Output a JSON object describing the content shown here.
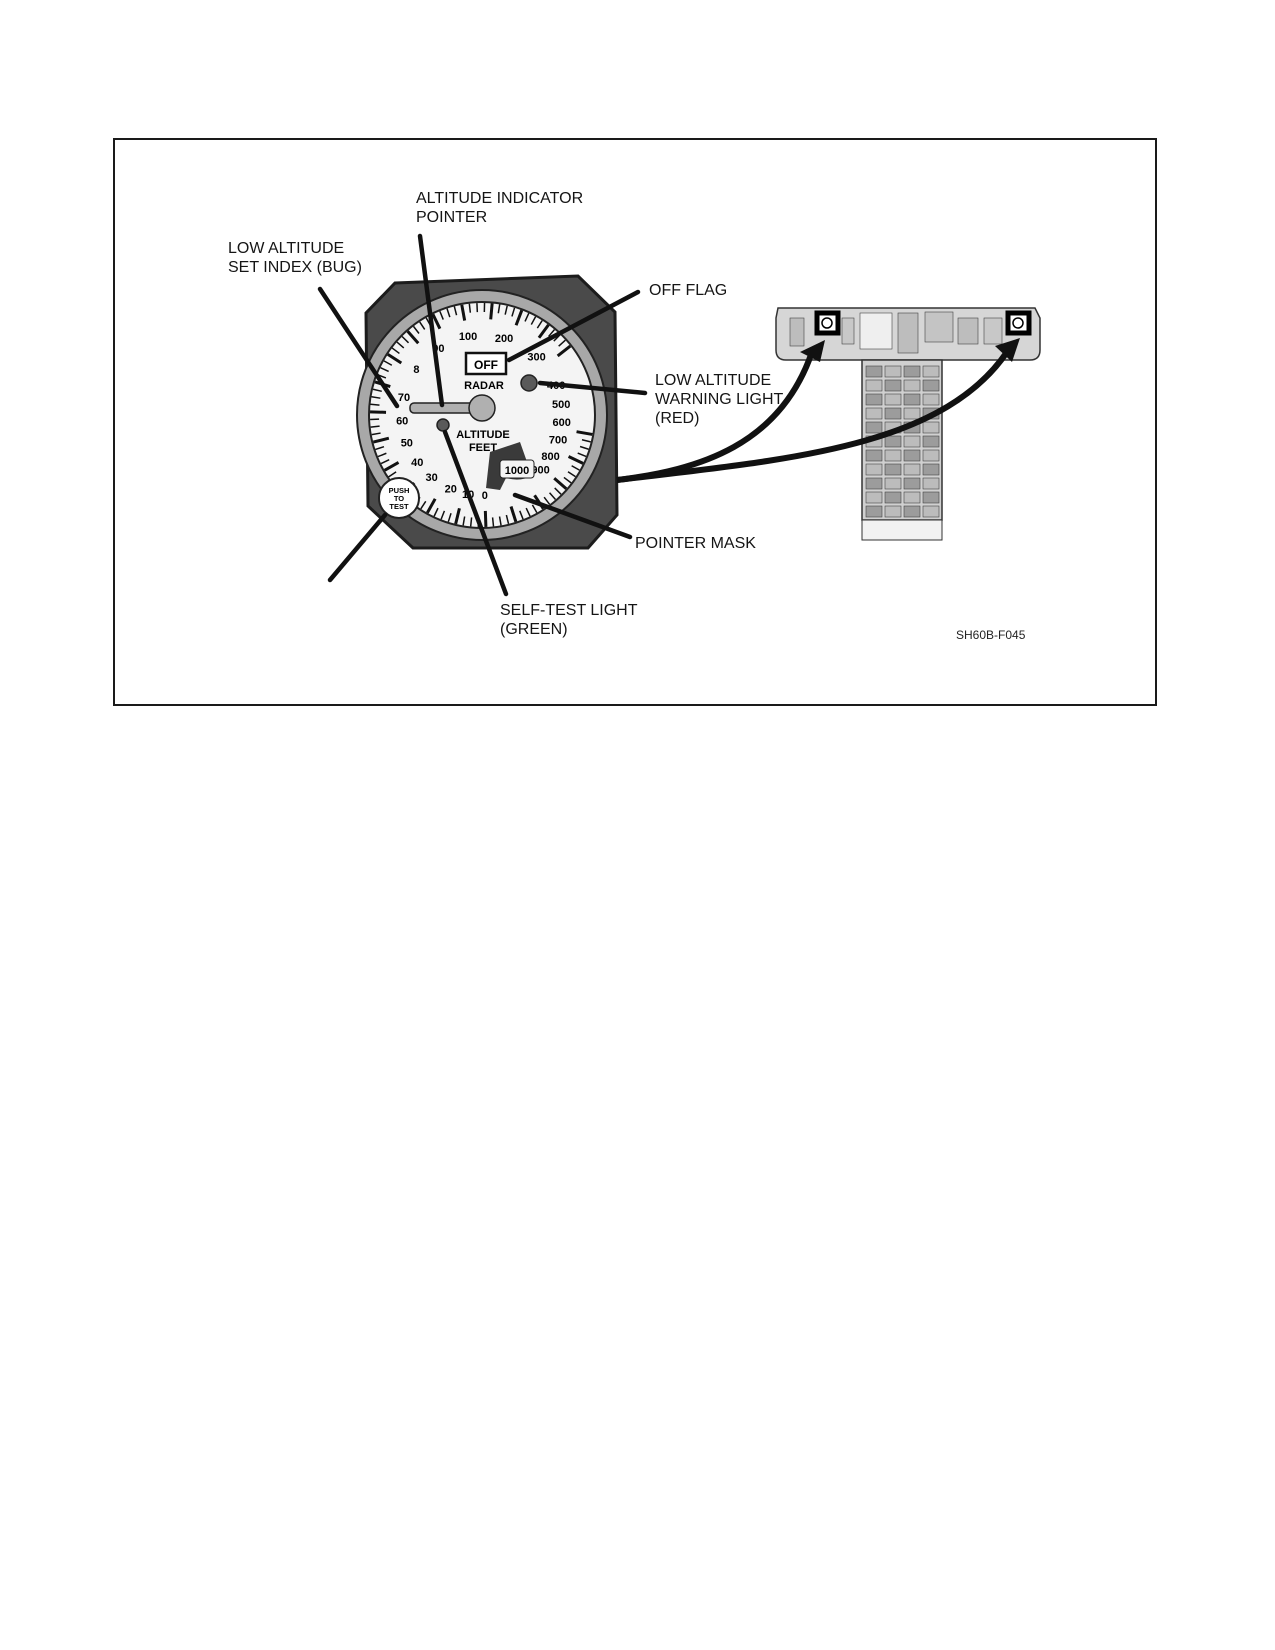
{
  "figure": {
    "figure_id": "SH60B-F045",
    "callouts": {
      "pointer": "ALTITUDE INDICATOR\nPOINTER",
      "bug": "LOW ALTITUDE\nSET INDEX (BUG)",
      "off_flag": "OFF FLAG",
      "warning_light": "LOW ALTITUDE\nWARNING LIGHT\n(RED)",
      "pointer_mask": "POINTER MASK",
      "self_test": "SELF-TEST LIGHT\n(GREEN)"
    },
    "gauge": {
      "off_label": "OFF",
      "radar_label": "RADAR",
      "altitude_label": "ALTITUDE",
      "feet_label": "FEET",
      "push_test": [
        "PUSH",
        "TO",
        "TEST"
      ],
      "scale_labels": [
        "0",
        "10",
        "20",
        "30",
        "40",
        "50",
        "60",
        "70",
        "8",
        "90",
        "100",
        "200",
        "300",
        "400",
        "500",
        "600",
        "700",
        "800",
        "900",
        "1000"
      ]
    }
  }
}
